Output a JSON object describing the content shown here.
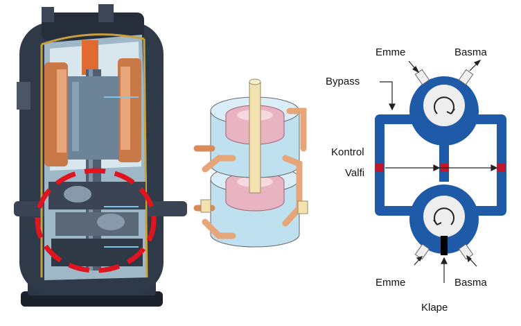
{
  "labels": {
    "suction_top": "Emme",
    "discharge_top": "Basma",
    "bypass": "Bypass",
    "control": "Kontrol",
    "valve": "Valfi",
    "suction_bottom": "Emme",
    "discharge_bottom": "Basma",
    "vane": "Klape"
  },
  "colors": {
    "circuit_blue": "#1e5aa8",
    "valve_red": "#c0182a",
    "highlight_red": "#e0141e",
    "compressor_dark": "#2a3340",
    "copper": "#d98a5a",
    "rotor_blue": "#cfe6f2",
    "rotor_pink": "#e9b4c2",
    "shaft_cream": "#f2e2b0"
  }
}
